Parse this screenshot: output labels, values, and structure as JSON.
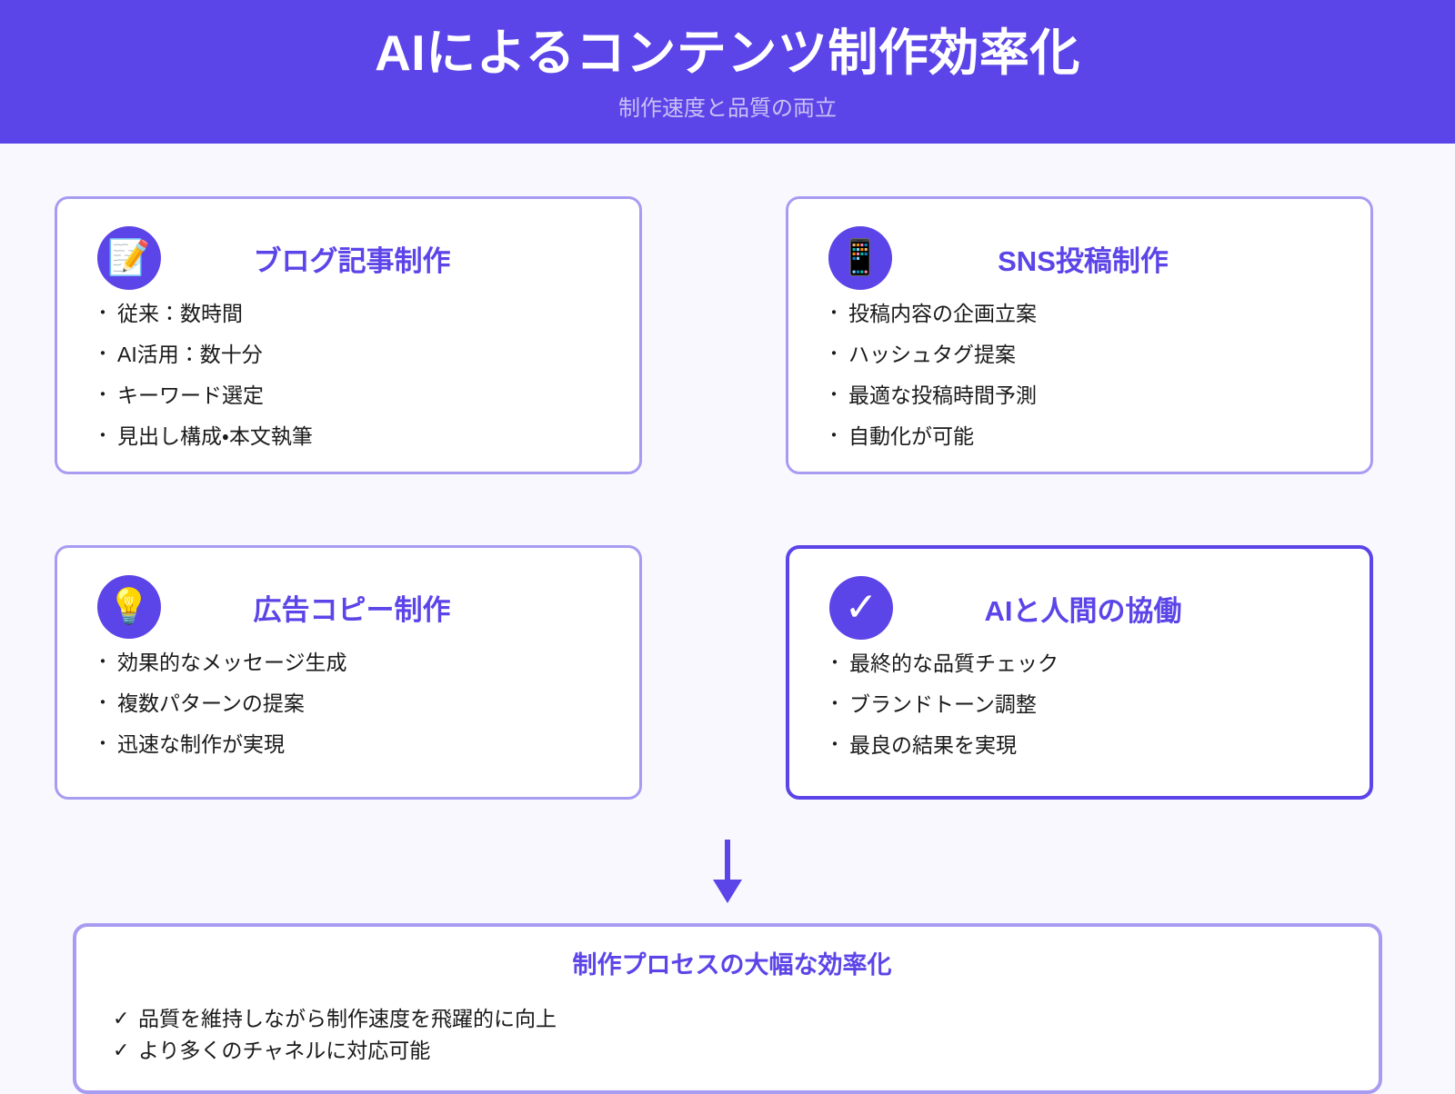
{
  "header": {
    "title": "AIによるコンテンツ制作効率化",
    "subtitle": "制作速度と品質の両立",
    "background_color": "#5b45e8",
    "title_color": "#ffffff",
    "subtitle_color": "#c8c0f4"
  },
  "theme": {
    "page_background": "#f9f8fe",
    "accent": "#5b45e8",
    "card_border": "#a79cf2",
    "card_background": "#ffffff",
    "body_text": "#1a1a1a"
  },
  "cards": [
    {
      "title": "ブログ記事制作",
      "icon": "memo-icon",
      "icon_glyph": "📝",
      "highlight": false,
      "bullet": "・",
      "items": [
        "従来：数時間",
        "AI活用：数十分",
        "キーワード選定",
        "見出し構成・本文執筆"
      ]
    },
    {
      "title": "SNS投稿制作",
      "icon": "mobile-phone-icon",
      "icon_glyph": "📱",
      "highlight": false,
      "bullet": "・",
      "items": [
        "投稿内容の企画立案",
        "ハッシュタグ提案",
        "最適な投稿時間予測",
        "自動化が可能"
      ]
    },
    {
      "title": "広告コピー制作",
      "icon": "light-bulb-icon",
      "icon_glyph": "💡",
      "highlight": false,
      "bullet": "・",
      "items": [
        "効果的なメッセージ生成",
        "複数パターンの提案",
        "迅速な制作が実現"
      ]
    },
    {
      "title": "AIと人間の協働",
      "icon": "check-mark-icon",
      "icon_glyph": "✓",
      "highlight": true,
      "bullet": "・",
      "items": [
        "最終的な品質チェック",
        "ブランドトーン調整",
        "最良の結果を実現"
      ]
    }
  ],
  "arrow": {
    "icon": "arrow-down-icon",
    "color": "#5b45e8"
  },
  "summary": {
    "title": "制作プロセスの大幅な効率化",
    "check_glyph": "✓",
    "items": [
      "品質を維持しながら制作速度を飛躍的に向上",
      "より多くのチャネルに対応可能"
    ]
  }
}
